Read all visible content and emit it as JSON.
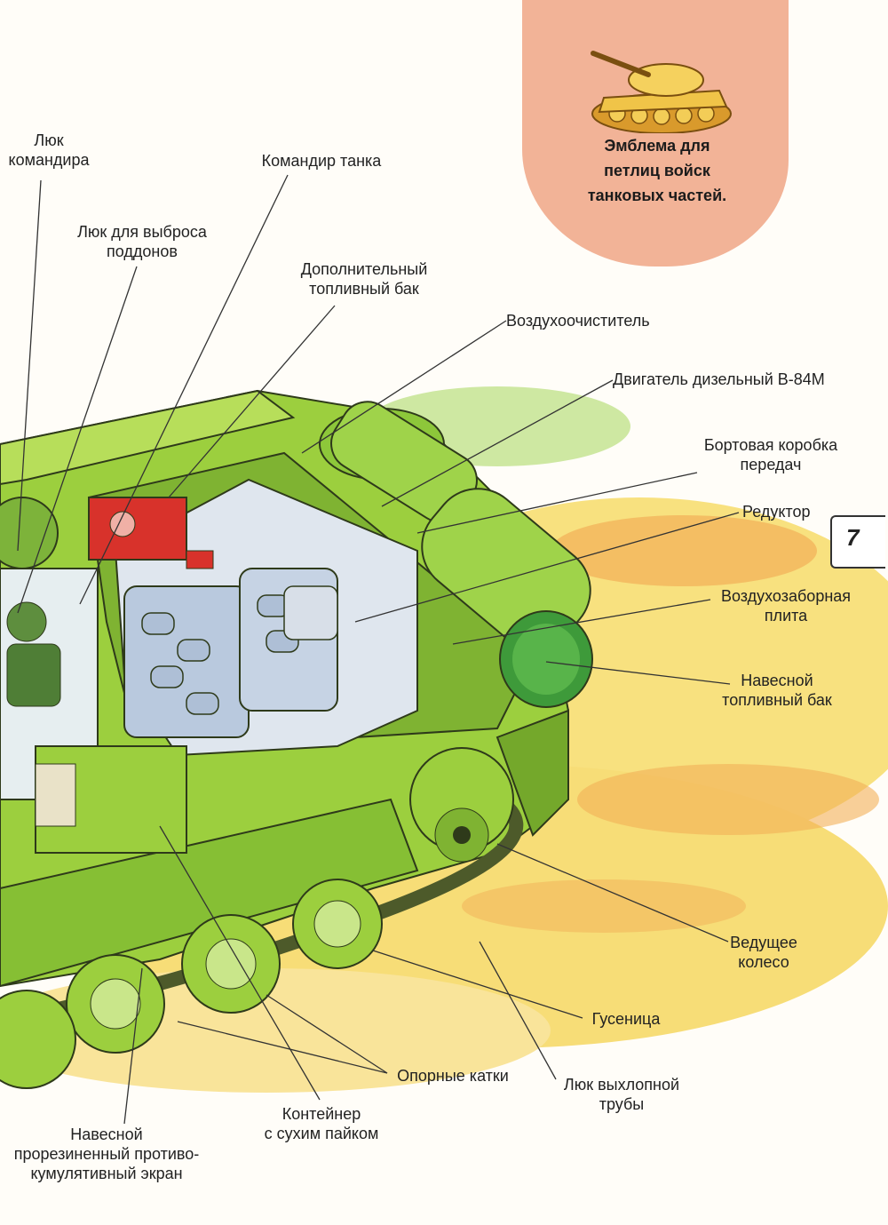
{
  "emblem": {
    "caption_lines": [
      "Эмблема для",
      "петлиц войск",
      "танковых частей."
    ],
    "bg_color": "#f2b397"
  },
  "page_number": "7",
  "labels": {
    "commander_hatch": [
      "Люк",
      "командира"
    ],
    "pallet_hatch": [
      "Люк для выброса",
      "поддонов"
    ],
    "tank_commander": [
      "Командир танка"
    ],
    "extra_fuel_tank": [
      "Дополнительный",
      "топливный бак"
    ],
    "air_cleaner": [
      "Воздухоочиститель"
    ],
    "diesel_engine": [
      "Двигатель дизельный В-84М"
    ],
    "side_gearbox": [
      "Бортовая коробка",
      "передач"
    ],
    "reducer": [
      "Редуктор"
    ],
    "air_intake_plate": [
      "Воздухозаборная",
      "плита"
    ],
    "mounted_fuel_tank": [
      "Навесной",
      "топливный бак"
    ],
    "drive_wheel": [
      "Ведущее",
      "колесо"
    ],
    "track": [
      "Гусеница"
    ],
    "road_wheels": [
      "Опорные катки"
    ],
    "exhaust_hatch": [
      "Люк выхлопной",
      "трубы"
    ],
    "ration_container": [
      "Контейнер",
      "с сухим пайком"
    ],
    "side_skirt": [
      "Навесной",
      "прорезиненный противо-",
      "кумулятивный экран"
    ]
  },
  "colors": {
    "hull": "#9ccf3e",
    "hull_dark": "#6fa52a",
    "engine": "#cfd8e4",
    "red_box": "#d8322b",
    "sand": "#f4d35a",
    "leader_line": "#333333"
  }
}
